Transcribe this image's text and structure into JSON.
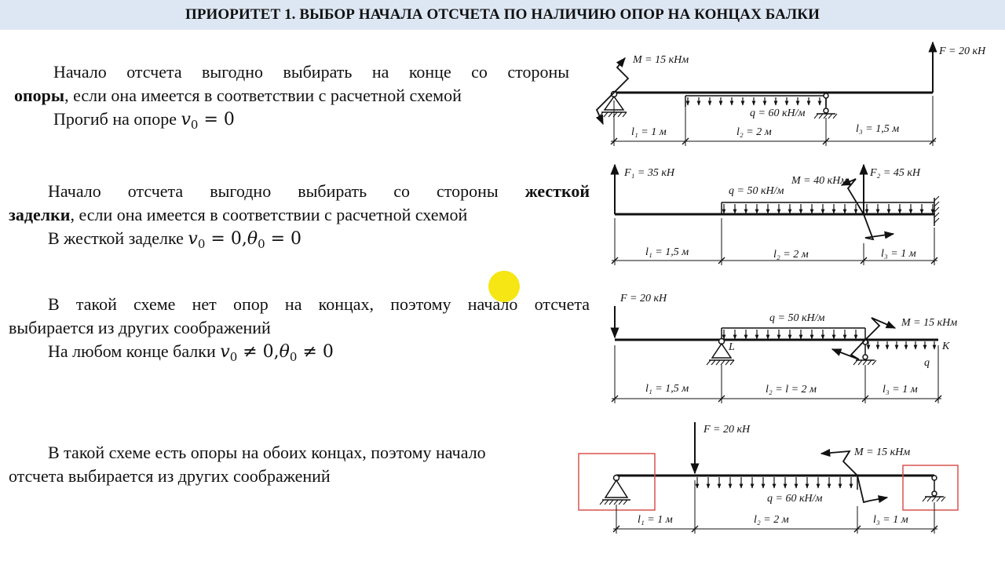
{
  "header": {
    "title": "ПРИОРИТЕТ 1. ВЫБОР НАЧАЛА ОТСЧЕТА ПО НАЛИЧИЮ ОПОР НА КОНЦАХ БАЛКИ"
  },
  "colors": {
    "header_bg": "#dde7f3",
    "highlight": "#d9534f",
    "cursor": "#f5e400"
  },
  "blocks": [
    {
      "line1": "Начало отсчета выгодно выбирать на конце со стороны",
      "bold": "опоры",
      "line2_rest": ", если она имеется в соответствии с расчетной схемой",
      "cond_text": "Прогиб на опоре",
      "cond_math": {
        "v": "v",
        "sub": "0",
        "eq": "= 0"
      }
    },
    {
      "line1_pre": "Начало отсчета выгодно выбирать со стороны",
      "bold1": "жесткой",
      "bold2": "заделки",
      "line2_rest": ", если она имеется в соответствии с расчетной схемой",
      "cond_text": "В жесткой заделке",
      "cond_math": {
        "v": "v",
        "sub": "0",
        "eq1": "= 0,",
        "theta": "θ",
        "eq2": "= 0"
      }
    },
    {
      "line1": "В такой схеме нет опор на концах, поэтому начало отсчета",
      "line2": "выбирается из других соображений",
      "cond_text": "На любом конце балки",
      "cond_math": {
        "v": "v",
        "sub": "0",
        "eq1": "≠ 0,",
        "theta": "θ",
        "eq2": "≠ 0"
      }
    },
    {
      "line1": "В такой схеме есть опоры на обоих концах, поэтому начало",
      "line2": "отсчета выбирается из других соображений"
    }
  ],
  "diagrams": [
    {
      "moment_label": "M = 15 кНм",
      "force_label": "F = 20 кН",
      "load_label": "q = 60 кН/м",
      "span_labels": [
        "l₁ = 1 м",
        "l₂ = 2 м",
        "l₃ = 1,5 м"
      ]
    },
    {
      "force1_label": "F₁ = 35 кН",
      "force2_label": "F₂ = 45 кН",
      "load_label": "q = 50 кН/м",
      "moment_label": "M = 40 кНм",
      "span_labels": [
        "l₁ = 1,5 м",
        "l₂ = 2 м",
        "l₃ = 1 м"
      ]
    },
    {
      "force_label": "F = 20 кН",
      "load_label": "q = 50 кН/м",
      "moment_label": "M = 15 кНм",
      "point_L": "L",
      "point_K": "K",
      "q2_label": "q",
      "span_labels": [
        "l₁ = 1,5 м",
        "l₂ = l = 2 м",
        "l₃ = 1 м"
      ]
    },
    {
      "force_label": "F = 20 кН",
      "moment_label": "M = 15 кНм",
      "load_label": "q = 60 кН/м",
      "span_labels": [
        "l₁ = 1 м",
        "l₂ = 2 м",
        "l₃ = 1 м"
      ]
    }
  ]
}
